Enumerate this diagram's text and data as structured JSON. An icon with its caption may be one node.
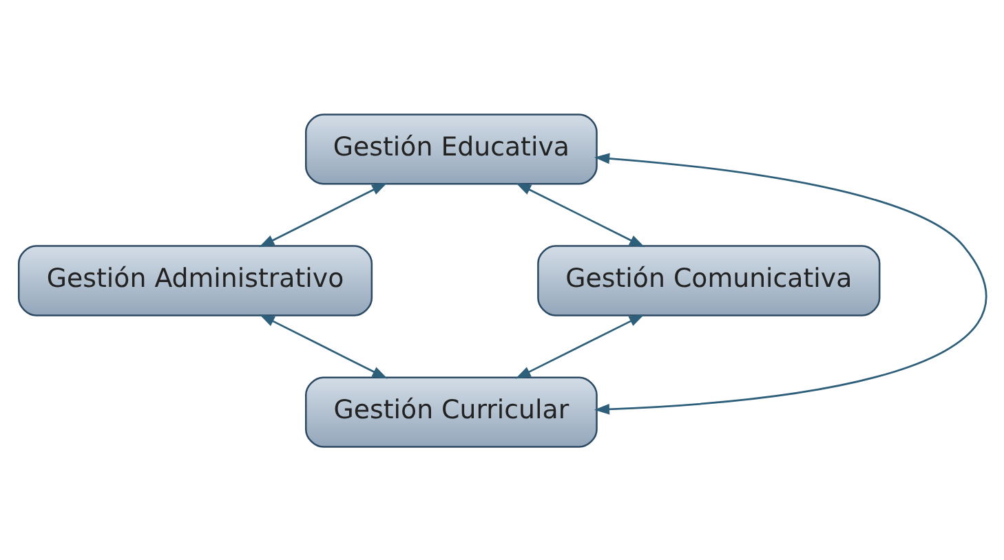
{
  "diagram": {
    "nodes": [
      {
        "text": [
          "Gestión Educativa"
        ]
      },
      {
        "text": [
          "Gestión Administrativo"
        ]
      },
      {
        "text": [
          "Gestión Comunicativa"
        ]
      },
      {
        "text": [
          "Gestión Curricular"
        ]
      }
    ],
    "edges": [
      {
        "from": 0,
        "to": 1,
        "arrow": "both"
      },
      {
        "from": 0,
        "to": 3,
        "arrow": "both"
      },
      {
        "from": 0,
        "to": 2,
        "arrow": "both"
      },
      {
        "from": 1,
        "to": 3,
        "arrow": "both"
      },
      {
        "from": 3,
        "to": 2,
        "arrow": "both"
      }
    ]
  }
}
